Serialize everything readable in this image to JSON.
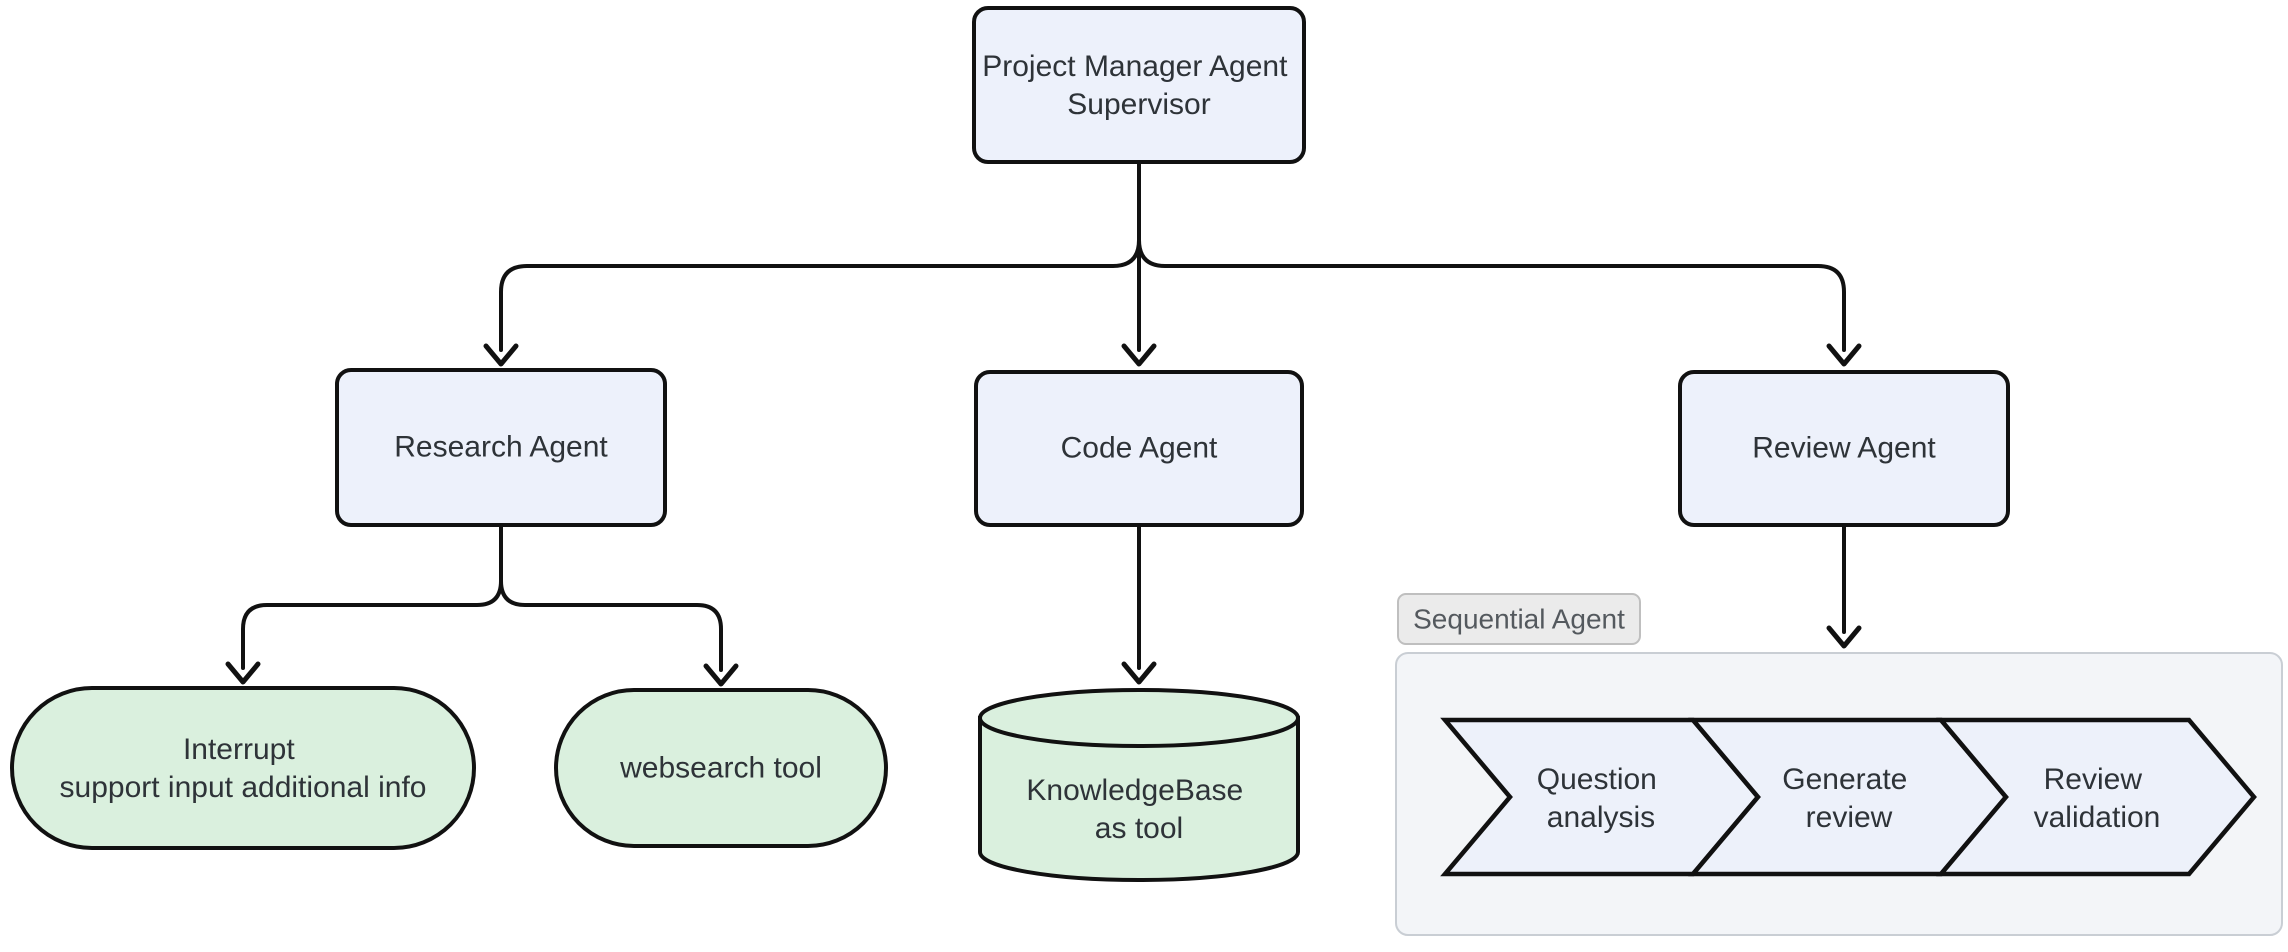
{
  "diagram_type": "flowchart",
  "nodes": {
    "supervisor": {
      "line1": "Project Manager Agent",
      "line2": "Supervisor"
    },
    "research": {
      "label": "Research Agent"
    },
    "code": {
      "label": "Code Agent"
    },
    "review": {
      "label": "Review Agent"
    },
    "interrupt": {
      "line1": "Interrupt",
      "line2": "support input additional info"
    },
    "websearch": {
      "label": "websearch tool"
    },
    "knowledgebase": {
      "line1": "KnowledgeBase",
      "line2": "as tool"
    }
  },
  "subgraph": {
    "label": "Sequential Agent",
    "steps": [
      {
        "line1": "Question",
        "line2": "analysis"
      },
      {
        "line1": "Generate",
        "line2": "review"
      },
      {
        "line1": "Review",
        "line2": "validation"
      }
    ]
  },
  "edges": [
    {
      "from": "Project Manager Agent Supervisor",
      "to": "Research Agent"
    },
    {
      "from": "Project Manager Agent Supervisor",
      "to": "Code Agent"
    },
    {
      "from": "Project Manager Agent Supervisor",
      "to": "Review Agent"
    },
    {
      "from": "Research Agent",
      "to": "Interrupt support input additional info"
    },
    {
      "from": "Research Agent",
      "to": "websearch tool"
    },
    {
      "from": "Code Agent",
      "to": "KnowledgeBase as tool"
    },
    {
      "from": "Review Agent",
      "to": "Sequential Agent"
    }
  ],
  "colors": {
    "agent_fill": "#EDF1FB",
    "tool_fill": "#DAF0DE",
    "step_fill": "#EDF1FA",
    "container_fill": "#F3F5F8",
    "container_border": "#C9CED4",
    "badge_fill": "#EBEBEB",
    "badge_border": "#BFBFBF",
    "badge_text": "#54595E",
    "node_stroke": "#111111",
    "text": "#2E3338",
    "background": "#FFFFFF"
  }
}
